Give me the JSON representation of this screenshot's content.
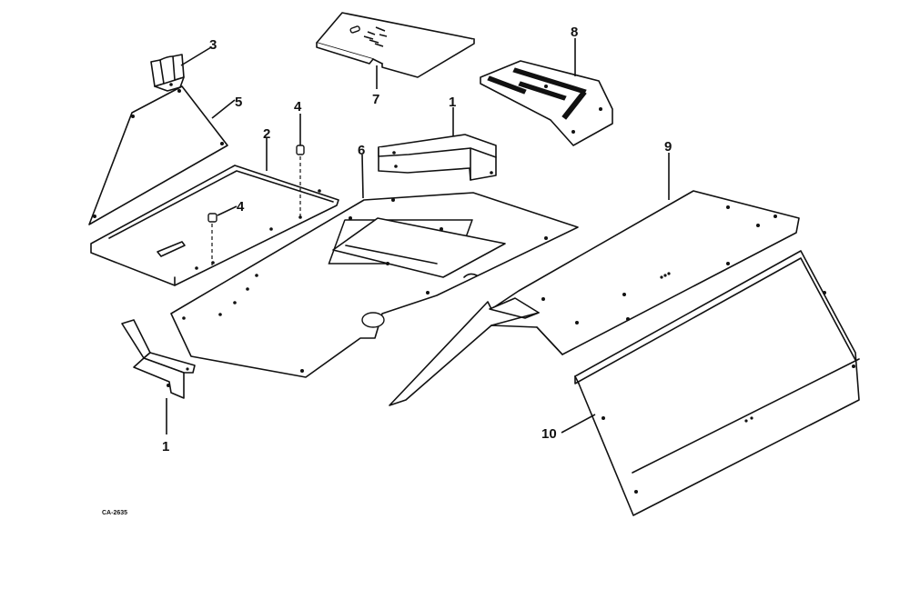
{
  "diagram": {
    "drawing_code": "CA-2635",
    "callouts": {
      "c1_top": "1",
      "c1_bottom": "1",
      "c2": "2",
      "c3": "3",
      "c4_top": "4",
      "c4_mid": "4",
      "c5": "5",
      "c6": "6",
      "c7": "7",
      "c8": "8",
      "c9": "9",
      "c10": "10"
    }
  }
}
